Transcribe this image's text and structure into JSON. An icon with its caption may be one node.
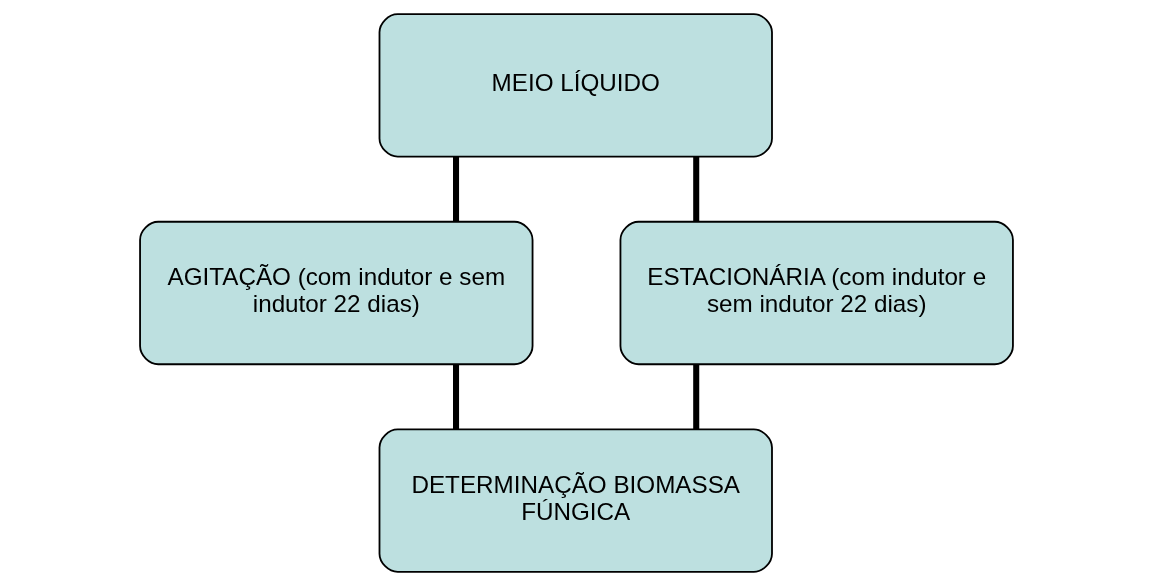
{
  "diagram": {
    "nodes": [
      {
        "text": [
          "MEIO LÍQUIDO"
        ]
      },
      {
        "text": [
          "AGITAÇÃO (com indutor e sem indutor 22 dias)"
        ]
      },
      {
        "text": [
          "ESTACIONÁRIA (com indutor e sem indutor 22 dias)"
        ]
      },
      {
        "text": [
          "DETERMINAÇÃO BIOMASSA FÚNGICA"
        ]
      }
    ],
    "edges": [
      {
        "from": 0,
        "to": 1,
        "arrow": "none"
      },
      {
        "from": 0,
        "to": 2,
        "arrow": "none"
      },
      {
        "from": 1,
        "to": 3,
        "arrow": "none"
      },
      {
        "from": 2,
        "to": 3,
        "arrow": "none"
      }
    ]
  }
}
